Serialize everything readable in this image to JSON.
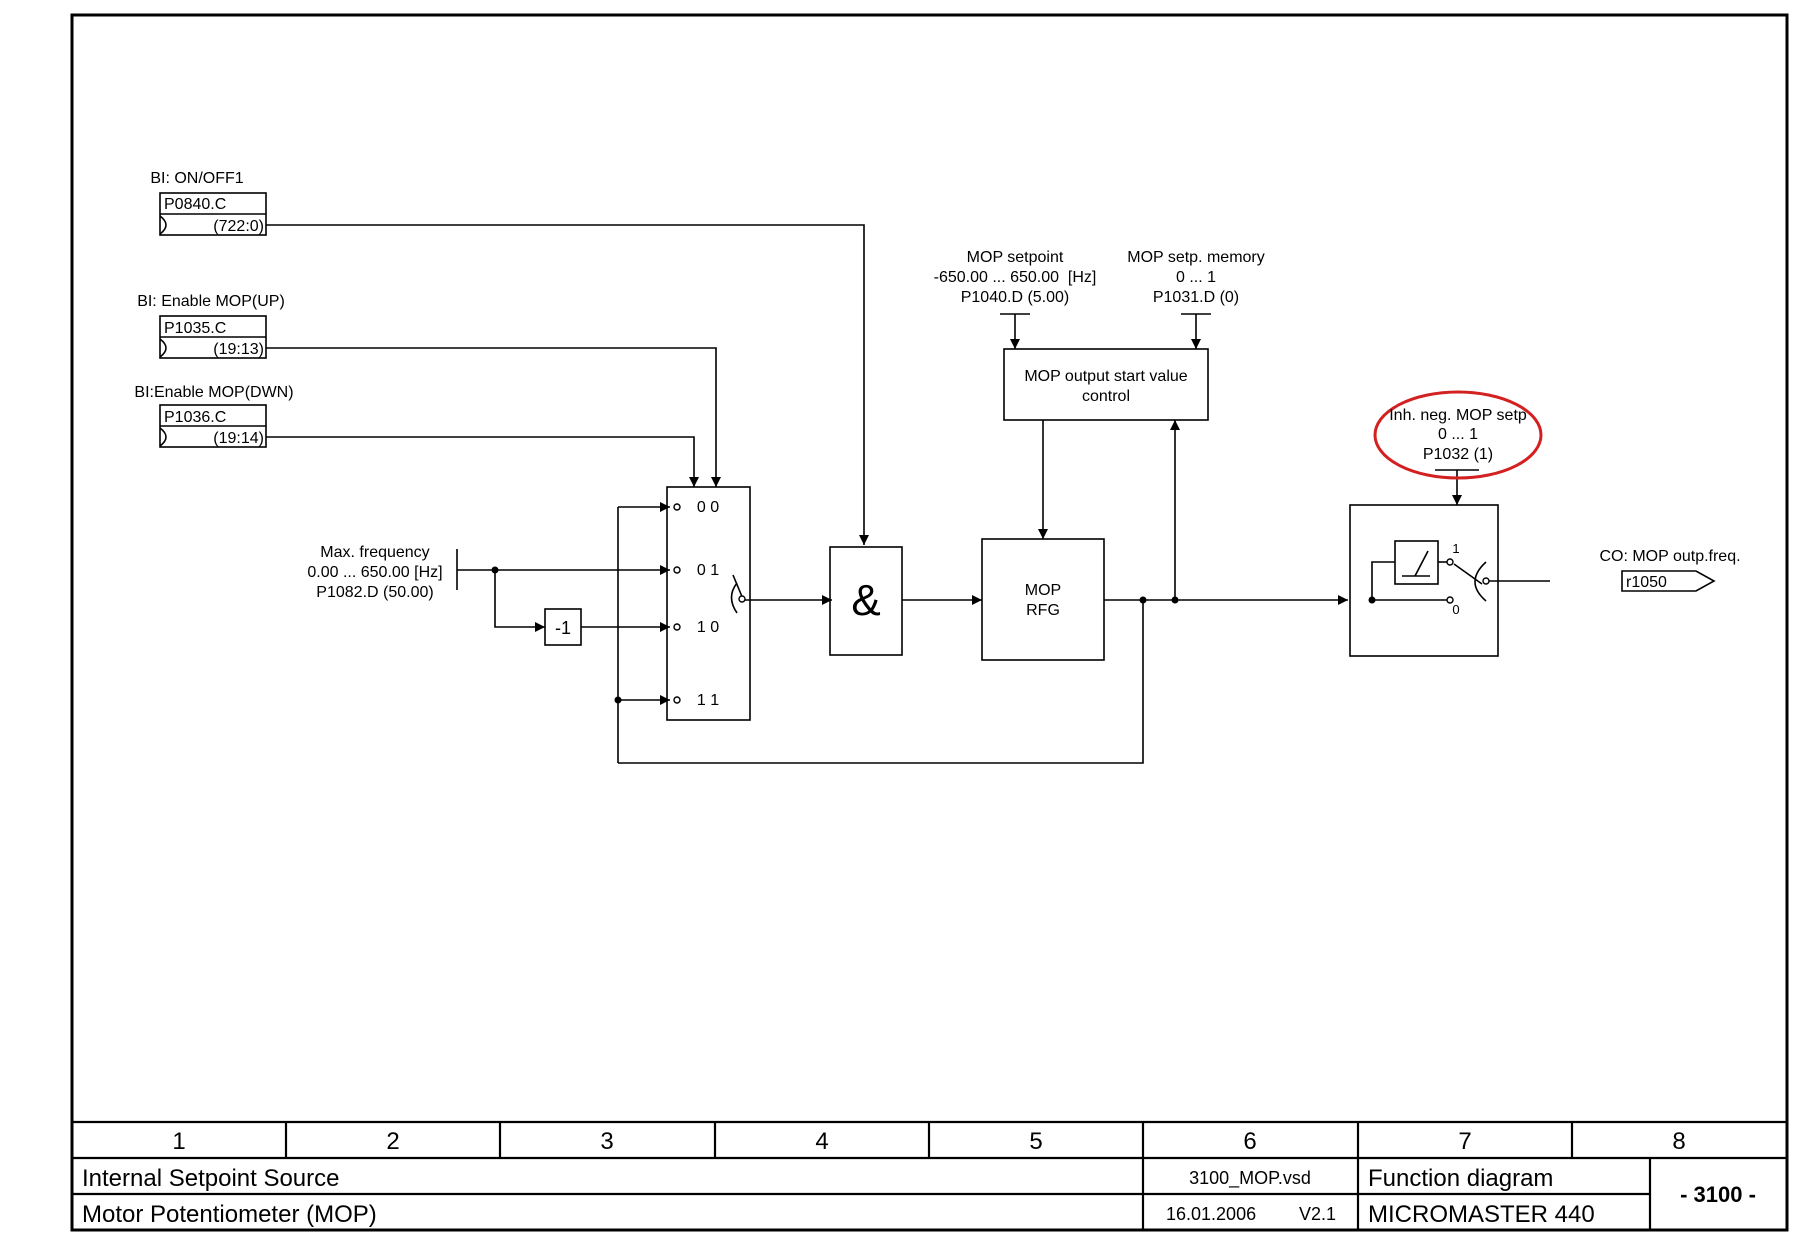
{
  "inputs": {
    "on_off": {
      "label": "BI: ON/OFF1",
      "param": "P0840.C",
      "value": "(722:0)"
    },
    "mop_up": {
      "label": "BI: Enable MOP(UP)",
      "param": "P1035.C",
      "value": "(19:13)"
    },
    "mop_down": {
      "label": "BI:Enable MOP(DWN)",
      "param": "P1036.C",
      "value": "(19:14)"
    }
  },
  "max_frequency": {
    "label": "Max. frequency",
    "range": "0.00 ... 650.00  [Hz]",
    "param": "P1082.D (50.00)"
  },
  "mop_setpoint": {
    "label": "MOP setpoint",
    "range": "-650.00 ... 650.00  [Hz]",
    "param": "P1040.D (5.00)"
  },
  "mop_memory": {
    "label": "MOP setp. memory",
    "range": "0 ... 1",
    "param": "P1031.D (0)"
  },
  "inhibit": {
    "label": "Inh. neg. MOP setp",
    "range": "0 ... 1",
    "param": "P1032 (1)",
    "highlight_color": "#d32020"
  },
  "blocks": {
    "negate": "-1",
    "and_gate": "&",
    "start_value": [
      "MOP output start value",
      "control"
    ],
    "rfg": [
      "MOP",
      "RFG"
    ]
  },
  "selector_codes": [
    "0 0",
    "0 1",
    "1 0",
    "1 1"
  ],
  "switch_positions": [
    "1",
    "0"
  ],
  "output": {
    "label": "CO: MOP outp.freq.",
    "param": "r1050"
  },
  "footer": {
    "columns": [
      "1",
      "2",
      "3",
      "4",
      "5",
      "6",
      "7",
      "8"
    ],
    "title1": "Internal Setpoint Source",
    "title2": "Motor Potentiometer (MOP)",
    "file": "3100_MOP.vsd",
    "date": "16.01.2006",
    "version": "V2.1",
    "type": "Function diagram",
    "product": "MICROMASTER 440",
    "page": "- 3100 -"
  }
}
